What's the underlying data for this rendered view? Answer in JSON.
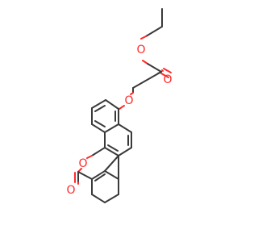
{
  "structure": {
    "atom_labels": {
      "ester_carbonyl_o": "O",
      "ester_ether_o": "O",
      "aryl_ether_o": "O",
      "lactone_ring_o": "O",
      "lactone_carbonyl_o": "O"
    },
    "colors": {
      "bond": "#3a3a3a",
      "oxygen": "#ff2a2a",
      "background": "#ffffff"
    }
  }
}
